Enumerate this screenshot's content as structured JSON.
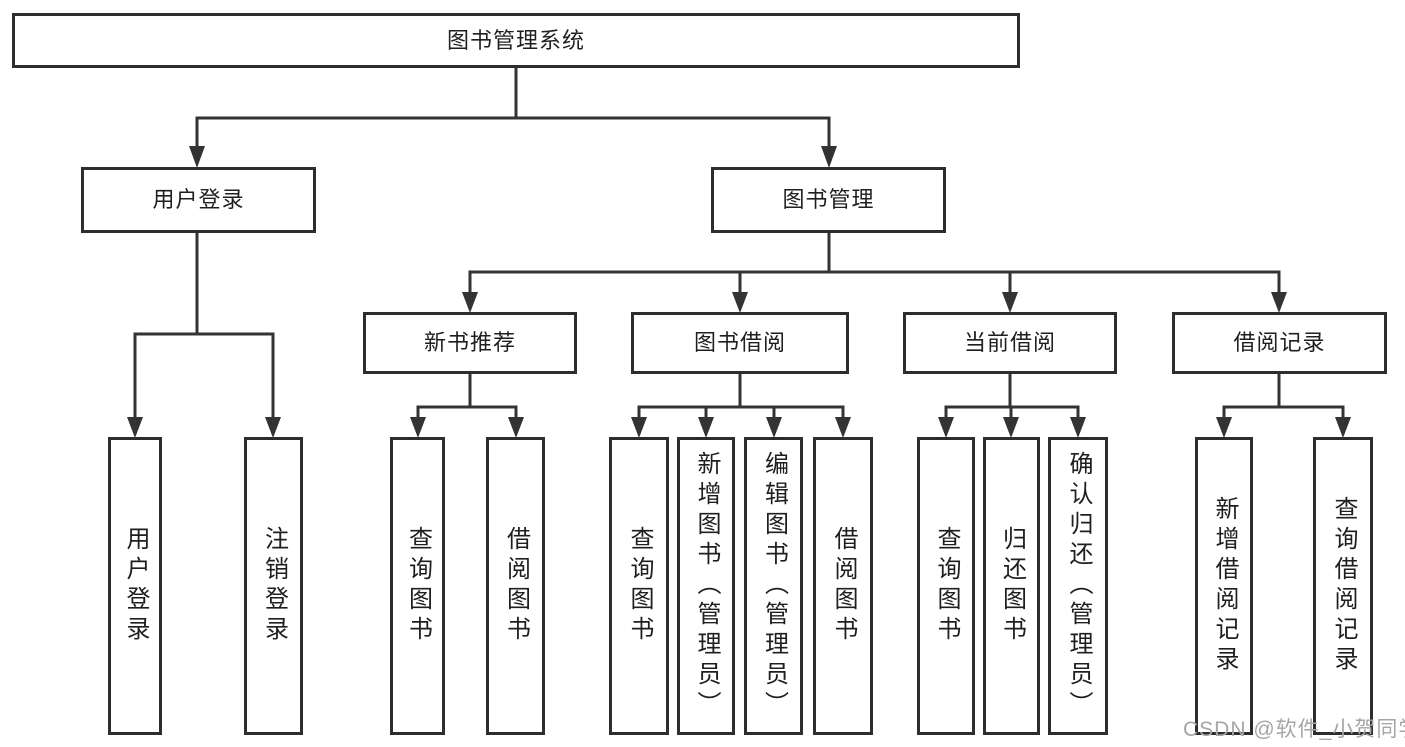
{
  "colors": {
    "line": "#333333",
    "box_border": "#2d2d2d",
    "text": "#1f1f1f",
    "watermark": "#a6a6a6",
    "background": "#ffffff"
  },
  "watermark": {
    "text": "CSDN @软件_小贺同学"
  },
  "tree": {
    "root": {
      "label": "图书管理系统"
    },
    "branches": [
      {
        "label": "用户登录",
        "children": [
          {
            "label": "用户登录"
          },
          {
            "label": "注销登录"
          }
        ]
      },
      {
        "label": "图书管理",
        "children": [
          {
            "label": "新书推荐",
            "children": [
              {
                "label": "查询图书"
              },
              {
                "label": "借阅图书"
              }
            ]
          },
          {
            "label": "图书借阅",
            "children": [
              {
                "label": "查询图书"
              },
              {
                "label": "新增图书（管理员）"
              },
              {
                "label": "编辑图书（管理员）"
              },
              {
                "label": "借阅图书"
              }
            ]
          },
          {
            "label": "当前借阅",
            "children": [
              {
                "label": "查询图书"
              },
              {
                "label": "归还图书"
              },
              {
                "label": "确认归还（管理员）"
              }
            ]
          },
          {
            "label": "借阅记录",
            "children": [
              {
                "label": "新增借阅记录"
              },
              {
                "label": "查询借阅记录"
              }
            ]
          }
        ]
      }
    ]
  }
}
